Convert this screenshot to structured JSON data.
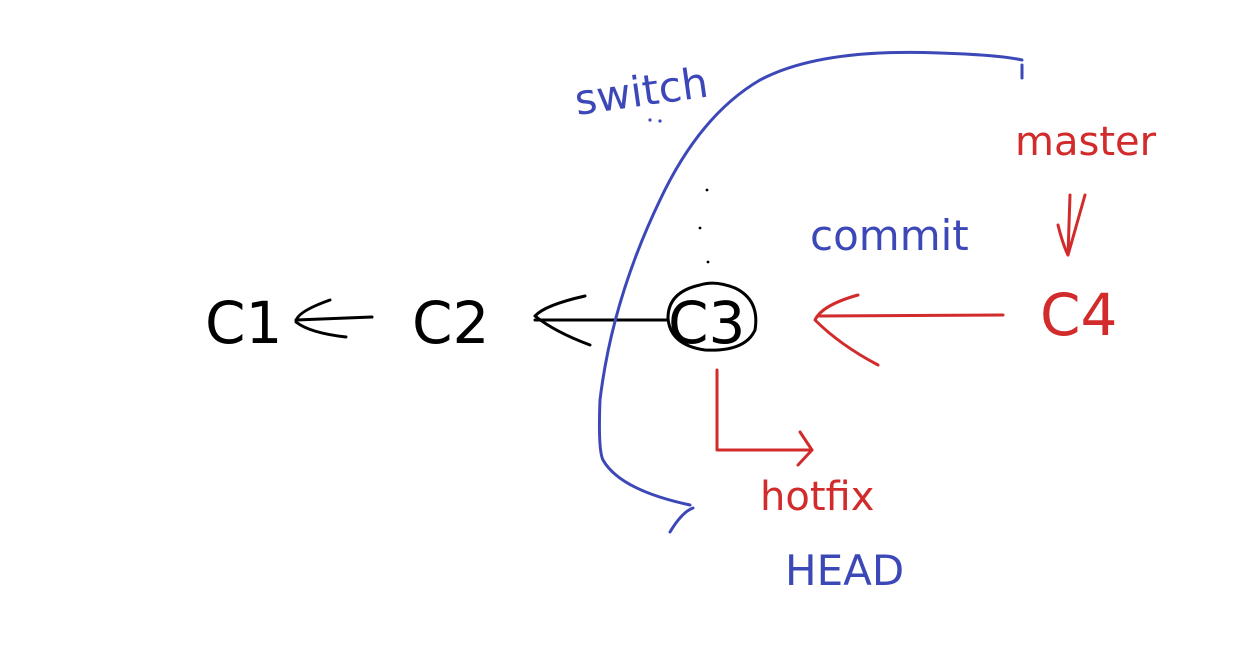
{
  "commits": {
    "c1": "C1",
    "c2": "C2",
    "c3": "C3",
    "c4": "C4"
  },
  "labels": {
    "switch": "switch",
    "commit": "commit",
    "master": "master",
    "hotfix": "hotfix",
    "head": "HEAD"
  },
  "colors": {
    "black": "#000000",
    "blue": "#3d48b8",
    "red": "#d12b2b"
  }
}
